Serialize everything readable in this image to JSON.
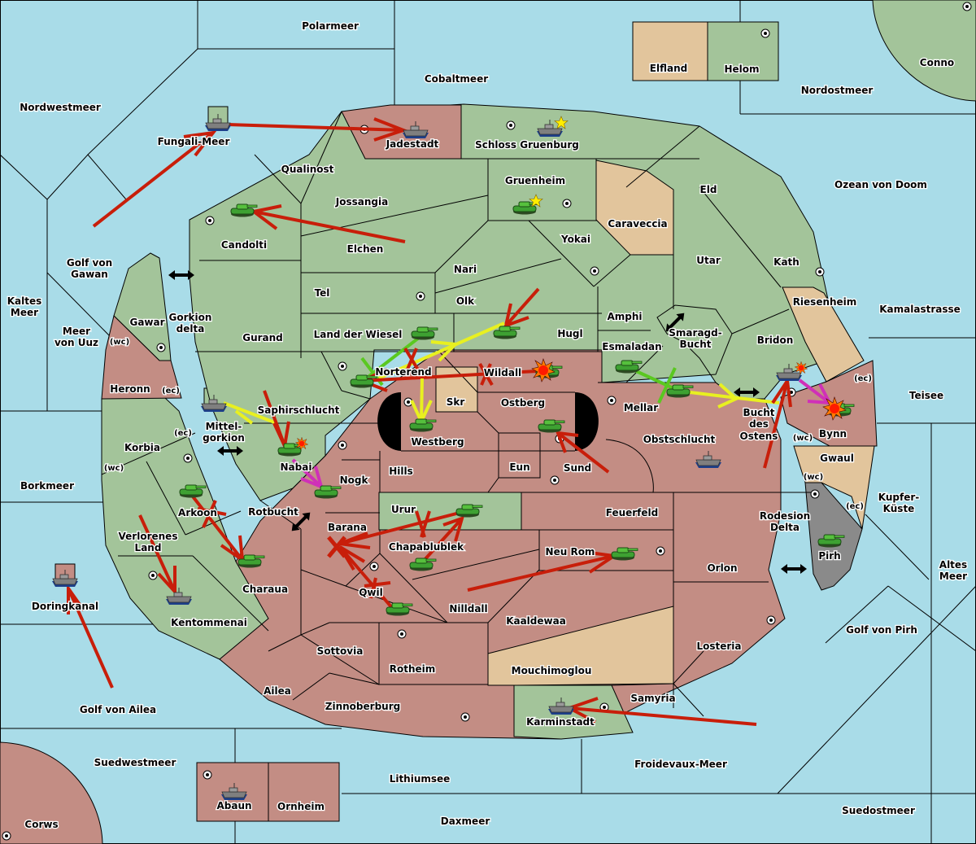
{
  "colors": {
    "sea": "#a9dce8",
    "power_green": "#a3c49a",
    "power_red": "#c38d84",
    "neutral": "#e2c59c",
    "impassable": "#8a8a8a",
    "order_move": "#c81e0a",
    "order_support": "#e8f020",
    "order_convoy": "#5ac820",
    "order_retreat": "#d030b8",
    "star": "#ffee00"
  },
  "seas": [
    {
      "id": "polarmeer",
      "name": "Polarmeer"
    },
    {
      "id": "cobaltmeer",
      "name": "Cobaltmeer"
    },
    {
      "id": "nordwestmeer",
      "name": "Nordwestmeer"
    },
    {
      "id": "fungali-meer",
      "name": "Fungali-Meer"
    },
    {
      "id": "nordostmeer",
      "name": "Nordostmeer"
    },
    {
      "id": "ozean-von-doom",
      "name": "Ozean von Doom"
    },
    {
      "id": "golf-von-gawan",
      "name": "Golf von Gawan",
      "line2": "Gawan",
      "line1": "Golf von"
    },
    {
      "id": "kaltes-meer",
      "name": "Kaltes Meer",
      "line1": "Kaltes",
      "line2": "Meer"
    },
    {
      "id": "meer-von-uuz",
      "name": "Meer von Uuz",
      "line1": "Meer",
      "line2": "von Uuz"
    },
    {
      "id": "gorkion-delta",
      "name": "Gorkion delta",
      "line1": "Gorkion",
      "line2": "delta"
    },
    {
      "id": "mittelgorkion",
      "name": "Mittel-gorkion",
      "line1": "Mittel-",
      "line2": "gorkion"
    },
    {
      "id": "borkmeer",
      "name": "Borkmeer"
    },
    {
      "id": "rotbucht",
      "name": "Rotbucht"
    },
    {
      "id": "doringkanal",
      "name": "Doringkanal"
    },
    {
      "id": "golf-von-ailea",
      "name": "Golf von Ailea"
    },
    {
      "id": "suedwestmeer",
      "name": "Suedwestmeer"
    },
    {
      "id": "lithiumsee",
      "name": "Lithiumsee"
    },
    {
      "id": "daxmeer",
      "name": "Daxmeer"
    },
    {
      "id": "froidevaux-meer",
      "name": "Froidevaux-Meer"
    },
    {
      "id": "suedostmeer",
      "name": "Suedostmeer"
    },
    {
      "id": "golf-von-pirh",
      "name": "Golf von Pirh"
    },
    {
      "id": "altes-meer",
      "name": "Altes Meer",
      "line1": "Altes",
      "line2": "Meer"
    },
    {
      "id": "kupfer-kuste",
      "name": "Kupfer-Küste",
      "line1": "Kupfer-",
      "line2": "Küste"
    },
    {
      "id": "rodesion-delta",
      "name": "Rodesion Delta",
      "line1": "Rodesion",
      "line2": "Delta"
    },
    {
      "id": "teisee",
      "name": "Teisee"
    },
    {
      "id": "kamalastrasse",
      "name": "Kamalastrasse"
    },
    {
      "id": "smaragd-bucht",
      "name": "Smaragd-Bucht",
      "line1": "Smaragd-",
      "line2": "Bucht"
    },
    {
      "id": "bucht-des-ostens",
      "name": "Bucht des Ostens",
      "line1": "Bucht",
      "line2": "des",
      "line3": "Ostens"
    }
  ],
  "provinces": {
    "elfland": "Elfland",
    "helom": "Helom",
    "conno": "Conno",
    "jadestadt": "Jadestadt",
    "schloss-gruenburg": "Schloss Gruenburg",
    "qualinost": "Qualinost",
    "jossangia": "Jossangia",
    "gruenheim": "Gruenheim",
    "eld": "Eld",
    "candolti": "Candolti",
    "elchen": "Elchen",
    "caraveccia": "Caraveccia",
    "yokai": "Yokai",
    "nari": "Nari",
    "utar": "Utar",
    "kath": "Kath",
    "tel": "Tel",
    "olk": "Olk",
    "gawar": "Gawar",
    "gurand": "Gurand",
    "riesenheim": "Riesenheim",
    "amphi": "Amphi",
    "land-der-wiesel": "Land der Wiesel",
    "hugl": "Hugl",
    "bridon": "Bridon",
    "esmaladan": "Esmaladan",
    "heronn": "Heronn",
    "norterend": "Norterend",
    "wildall": "Wildall",
    "skr": "Skr",
    "ostberg": "Ostberg",
    "mellar": "Mellar",
    "bynn": "Bynn",
    "saphirschlucht": "Saphirschlucht",
    "korbia": "Korbia",
    "westberg": "Westberg",
    "obstschlucht": "Obstschlucht",
    "nabai": "Nabai",
    "hills": "Hills",
    "eun": "Eun",
    "sund": "Sund",
    "gwaul": "Gwaul",
    "nogk": "Nogk",
    "arkoon": "Arkoon",
    "urur": "Urur",
    "feuerfeld": "Feuerfeld",
    "barana": "Barana",
    "verlorenes-land-1": "Verlorenes",
    "verlorenes-land-2": "Land",
    "chapablublek": "Chapablublek",
    "neu-rom": "Neu Rom",
    "orlon": "Orlon",
    "pirh": "Pirh",
    "charaua": "Charaua",
    "qwil": "Qwil",
    "nilldall": "Nilldall",
    "kentommenai": "Kentommenai",
    "kaaldewaa": "Kaaldewaa",
    "sottovia": "Sottovia",
    "losteria": "Losteria",
    "rotheim": "Rotheim",
    "mouchimoglou": "Mouchimoglou",
    "ailea": "Ailea",
    "samyria": "Samyria",
    "zinnoberburg": "Zinnoberburg",
    "karminstadt": "Karminstadt",
    "abaun": "Abaun",
    "ornheim": "Ornheim",
    "corws": "Corws"
  },
  "coast_labels": {
    "wc": "(wc)",
    "ec": "(ec)"
  },
  "units": [
    {
      "type": "fleet",
      "location": "Fungali-Meer"
    },
    {
      "type": "fleet",
      "location": "Jadestadt"
    },
    {
      "type": "fleet",
      "location": "Schloss Gruenburg",
      "home": true
    },
    {
      "type": "army",
      "location": "Gruenheim",
      "home": true
    },
    {
      "type": "army",
      "location": "Candolti"
    },
    {
      "type": "army",
      "location": "Land der Wiesel"
    },
    {
      "type": "army",
      "location": "Hugl"
    },
    {
      "type": "army",
      "location": "Norterend"
    },
    {
      "type": "army",
      "location": "Wildall",
      "dislodged": true
    },
    {
      "type": "army",
      "location": "Esmaladan"
    },
    {
      "type": "army",
      "location": "Mellar"
    },
    {
      "type": "fleet",
      "location": "Bucht des Ostens",
      "dislodged": true
    },
    {
      "type": "army",
      "location": "Bynn",
      "dislodged": true
    },
    {
      "type": "fleet",
      "location": "Mittelgorkion"
    },
    {
      "type": "army",
      "location": "Nabai",
      "dislodged": true
    },
    {
      "type": "army",
      "location": "Westberg"
    },
    {
      "type": "army",
      "location": "Ostberg"
    },
    {
      "type": "fleet",
      "location": "Obstschlucht"
    },
    {
      "type": "army",
      "location": "Nogk"
    },
    {
      "type": "army",
      "location": "Arkoon"
    },
    {
      "type": "army",
      "location": "Charaua"
    },
    {
      "type": "army",
      "location": "Urur"
    },
    {
      "type": "army",
      "location": "Chapablublek"
    },
    {
      "type": "army",
      "location": "Qwil"
    },
    {
      "type": "army",
      "location": "Neu Rom"
    },
    {
      "type": "army",
      "location": "Pirh"
    },
    {
      "type": "fleet",
      "location": "Kentommenai"
    },
    {
      "type": "fleet",
      "location": "Doringkanal"
    },
    {
      "type": "fleet",
      "location": "Karminstadt"
    },
    {
      "type": "fleet",
      "location": "Abaun"
    }
  ]
}
